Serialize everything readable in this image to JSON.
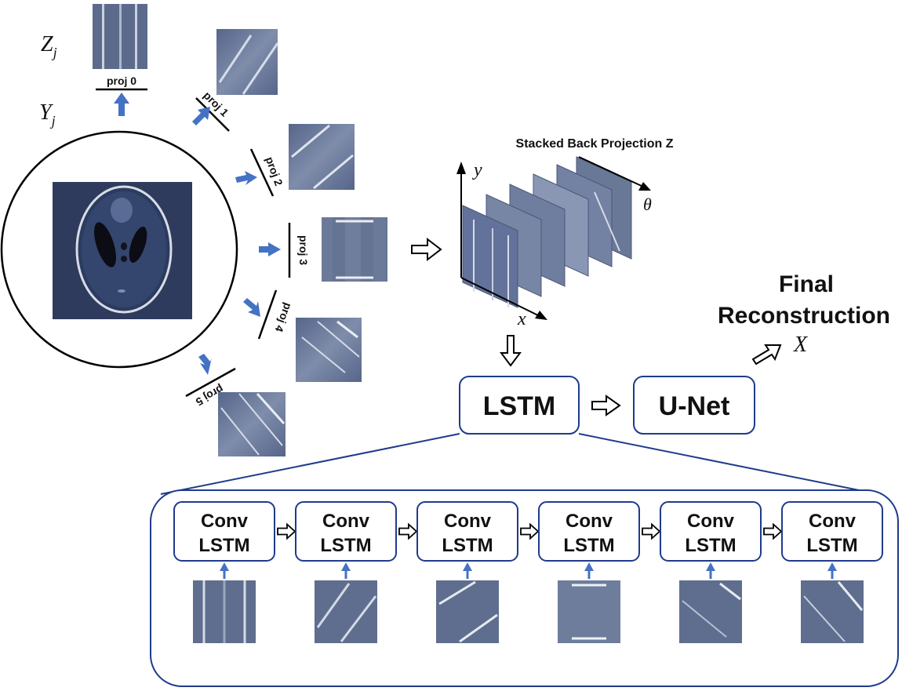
{
  "symbols": {
    "z_j": "Z",
    "z_sub": "j",
    "y_j": "Y",
    "y_sub": "j",
    "x": "X"
  },
  "projections": [
    "proj 0",
    "proj 1",
    "proj 2",
    "proj 3",
    "proj 4",
    "proj 5"
  ],
  "stack": {
    "title": "Stacked Back Projection Z",
    "axis_y": "y",
    "axis_x": "x",
    "axis_theta": "θ"
  },
  "pipeline": {
    "lstm": "LSTM",
    "unet": "U-Net",
    "final_line1": "Final",
    "final_line2": "Reconstruction"
  },
  "convlstm": {
    "line1": "Conv",
    "line2": "LSTM",
    "count": 6
  },
  "colors": {
    "accent_blue": "#4472c4",
    "box_border": "#1f3b8c",
    "image_bg": "#5a6a8a",
    "phantom_bg": "#2e3b5c"
  }
}
